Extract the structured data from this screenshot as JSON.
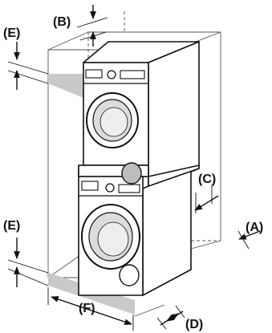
{
  "labels": {
    "a": "(A)",
    "b": "(B)",
    "c": "(C)",
    "d": "(D)",
    "e_top": "(E)",
    "e_bottom": "(E)",
    "f": "(F)"
  },
  "colors": {
    "stroke": "#111111",
    "guide": "#555555",
    "shade": "#c9c9c9",
    "appliance_shade": "#e9e9e9",
    "door_glass": "#dcdcdc"
  }
}
